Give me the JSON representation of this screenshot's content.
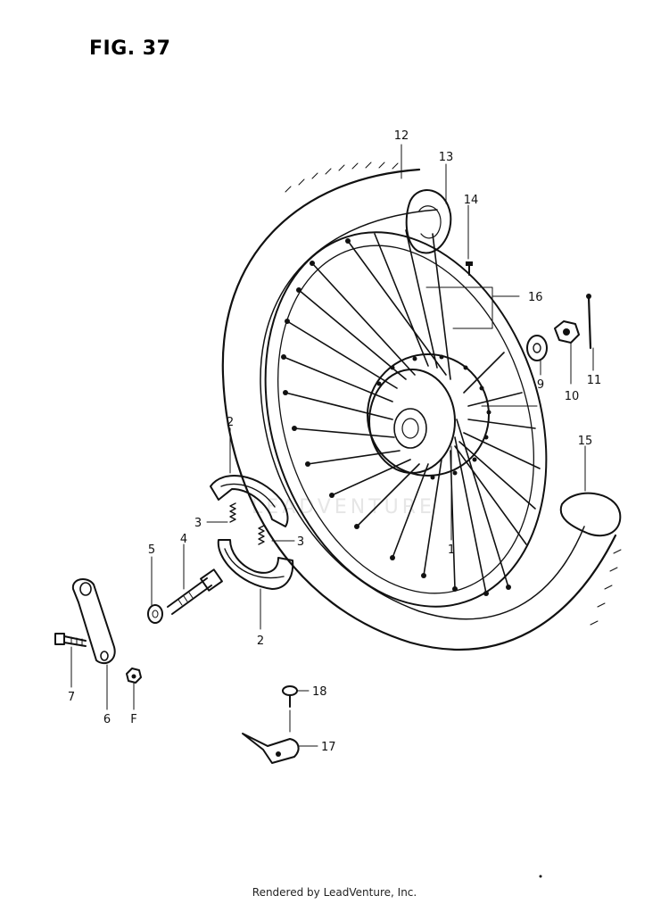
{
  "title": "FIG. 37",
  "footer": "Rendered by LeadVenture, Inc.",
  "watermark": "LEADVENTURE",
  "callouts": [
    {
      "id": "c12",
      "label": "12"
    },
    {
      "id": "c13",
      "label": "13"
    },
    {
      "id": "c14",
      "label": "14"
    },
    {
      "id": "c16",
      "label": "16"
    },
    {
      "id": "c11",
      "label": "11"
    },
    {
      "id": "c10",
      "label": "10"
    },
    {
      "id": "c9",
      "label": "9"
    },
    {
      "id": "c15",
      "label": "15"
    },
    {
      "id": "c1",
      "label": "1"
    },
    {
      "id": "c2a",
      "label": "2"
    },
    {
      "id": "c3a",
      "label": "3"
    },
    {
      "id": "c3b",
      "label": "3"
    },
    {
      "id": "c2b",
      "label": "2"
    },
    {
      "id": "c5",
      "label": "5"
    },
    {
      "id": "c4",
      "label": "4"
    },
    {
      "id": "c7",
      "label": "7"
    },
    {
      "id": "c6",
      "label": "6"
    },
    {
      "id": "cF",
      "label": "F"
    },
    {
      "id": "c18",
      "label": "18"
    },
    {
      "id": "c17",
      "label": "17"
    }
  ]
}
